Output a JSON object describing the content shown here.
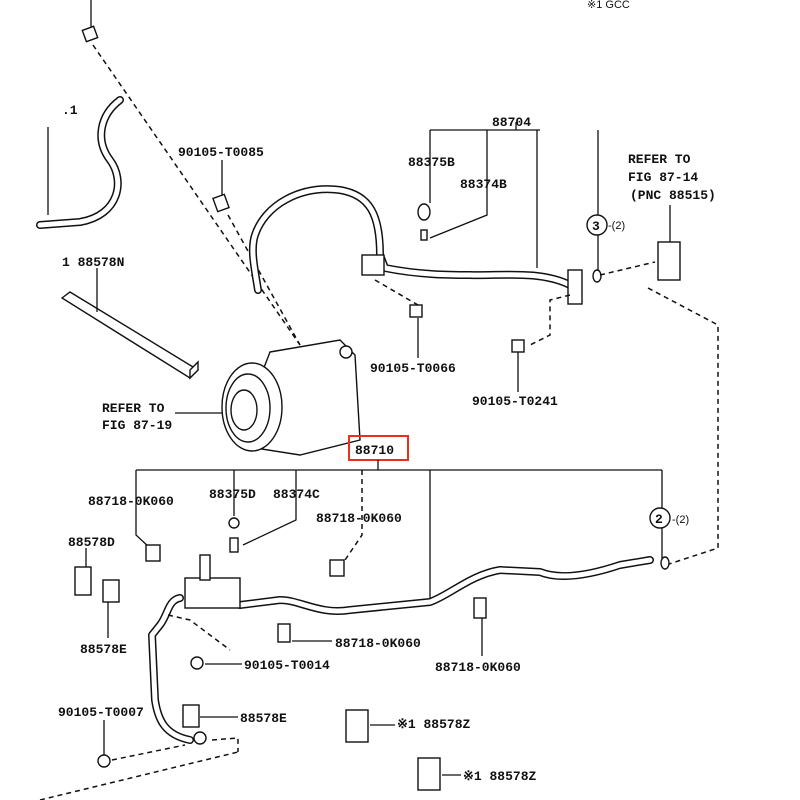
{
  "diagram": {
    "note_top": "※1 GCC",
    "partial_left_label": ".1",
    "labels": {
      "p88704": "88704",
      "p90105_T0085": "90105-T0085",
      "p88375B": "88375B",
      "p88374B": "88374B",
      "refer_fig_87_14": [
        "REFER TO",
        "FIG 87-14",
        "(PNC 88515)"
      ],
      "callout3": "3",
      "callout3_qty": "-(2)",
      "p88578N": "1 88578N",
      "p90105_T0066": "90105-T0066",
      "p90105_T0241": "90105-T0241",
      "refer_fig_87_19": [
        "REFER TO",
        "FIG 87-19"
      ],
      "p88710": "88710",
      "p88718_a": "88718-0K060",
      "p88375D": "88375D",
      "p88374C": "88374C",
      "p88718_b": "88718-0K060",
      "callout2": "2",
      "callout2_qty": "-(2)",
      "p88578D": "88578D",
      "p88578E_a": "88578E",
      "p88718_c": "88718-0K060",
      "p90105_T0014": "90105-T0014",
      "p88718_d": "88718-0K060",
      "p90105_T0007": "90105-T0007",
      "p88578E_b": "88578E",
      "p88578Z_a": "※1 88578Z",
      "p88578Z_b": "※1 88578Z"
    },
    "highlight_color": "#e8301c"
  }
}
